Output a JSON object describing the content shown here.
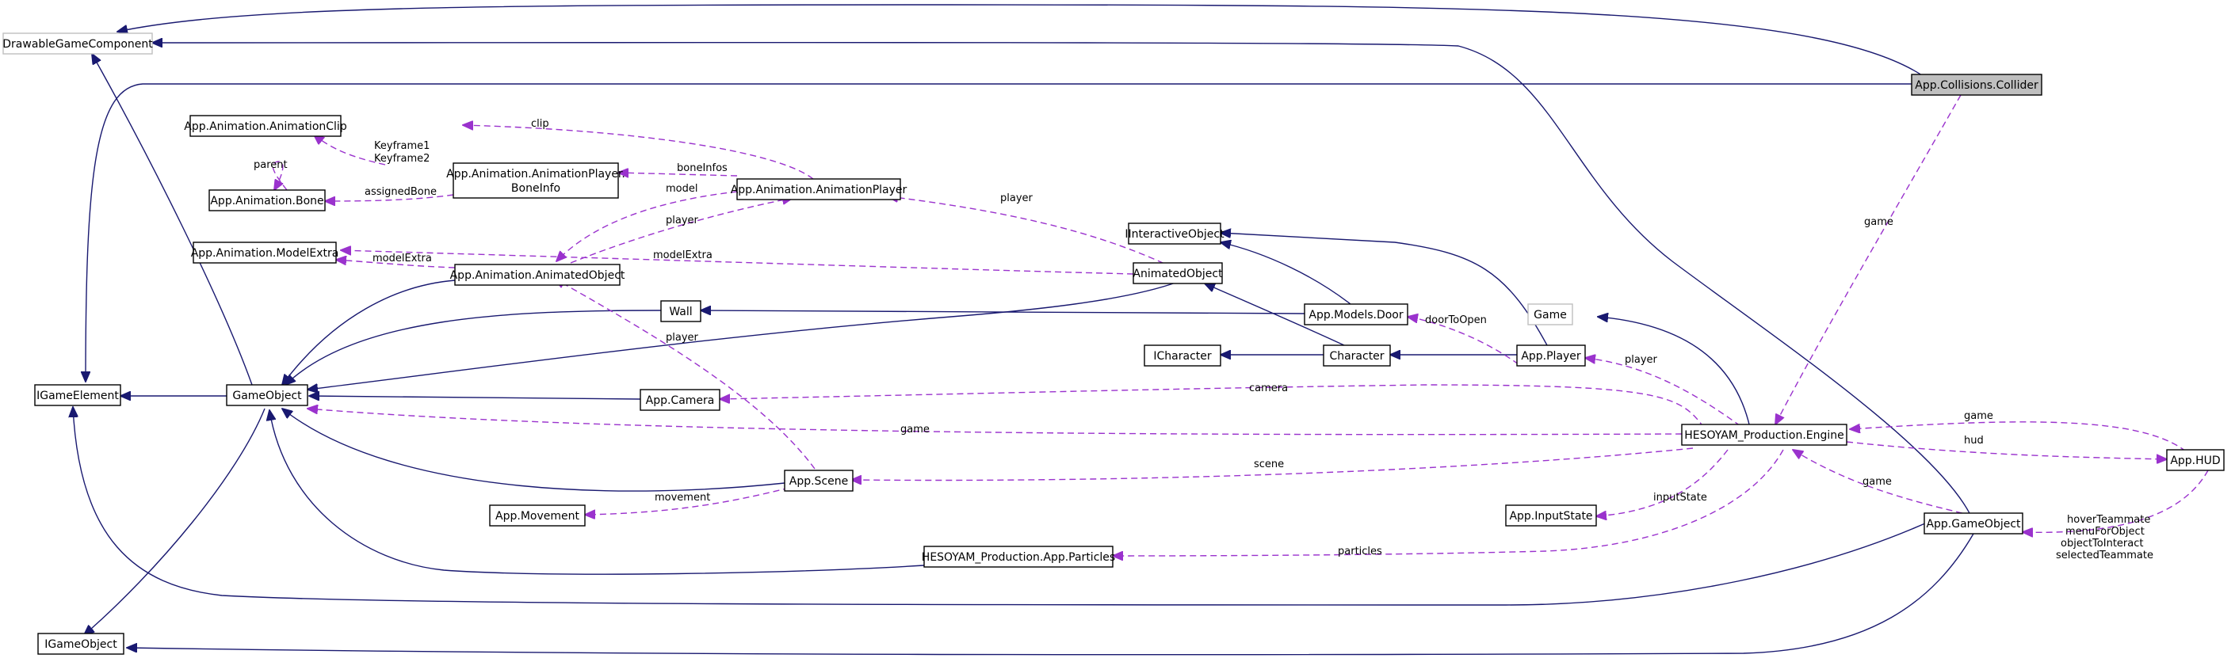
{
  "diagram": {
    "colors": {
      "inherit_edge": "#191970",
      "use_edge": "#9a32cd",
      "highlight_fill": "#bfbfbf",
      "node_border": "#000000",
      "external_border": "#bfbfbf"
    },
    "nodes": {
      "drawable_game_component": "DrawableGameComponent",
      "collider": "App.Collisions.Collider",
      "animation_clip": "App.Animation.AnimationClip",
      "animation_bone": "App.Animation.Bone",
      "bone_info_line1": "App.Animation.AnimationPlayer.",
      "bone_info_line2": "BoneInfo",
      "animation_player": "App.Animation.AnimationPlayer",
      "model_extra": "App.Animation.ModelExtra",
      "animated_object_app": "App.Animation.AnimatedObject",
      "iinteractive_object": "IInteractiveObject",
      "animated_object": "AnimatedObject",
      "wall": "Wall",
      "models_door": "App.Models.Door",
      "game": "Game",
      "icharacter": "ICharacter",
      "character": "Character",
      "app_player": "App.Player",
      "igame_element": "IGameElement",
      "game_object": "GameObject",
      "app_camera": "App.Camera",
      "engine": "HESOYAM_Production.Engine",
      "app_hud": "App.HUD",
      "app_scene": "App.Scene",
      "app_movement": "App.Movement",
      "input_state": "App.InputState",
      "app_game_object": "App.GameObject",
      "particles": "HESOYAM_Production.App.Particles",
      "igame_object": "IGameObject"
    },
    "edge_labels": {
      "clip": "clip",
      "keyframe1": "Keyframe1",
      "keyframe2": "Keyframe2",
      "parent": "parent",
      "bone_infos": "boneInfos",
      "assigned_bone": "assignedBone",
      "model": "model",
      "player_anim": "player",
      "player_animplayer": "player",
      "model_extra_a": "modelExtra",
      "model_extra_b": "modelExtra",
      "player_scene": "player",
      "game_collider": "game",
      "door_to_open": "doorToOpen",
      "player_engine": "player",
      "camera": "camera",
      "game_gameobject": "game",
      "game_hud": "game",
      "hud": "hud",
      "scene": "scene",
      "movement": "movement",
      "input_state": "inputState",
      "game_appgo": "game",
      "particles": "particles",
      "hover_teammate": "hoverTeammate",
      "menu_for_object": "menuForObject",
      "object_to_interact": "objectToInteract",
      "selected_teammate": "selectedTeammate"
    }
  }
}
